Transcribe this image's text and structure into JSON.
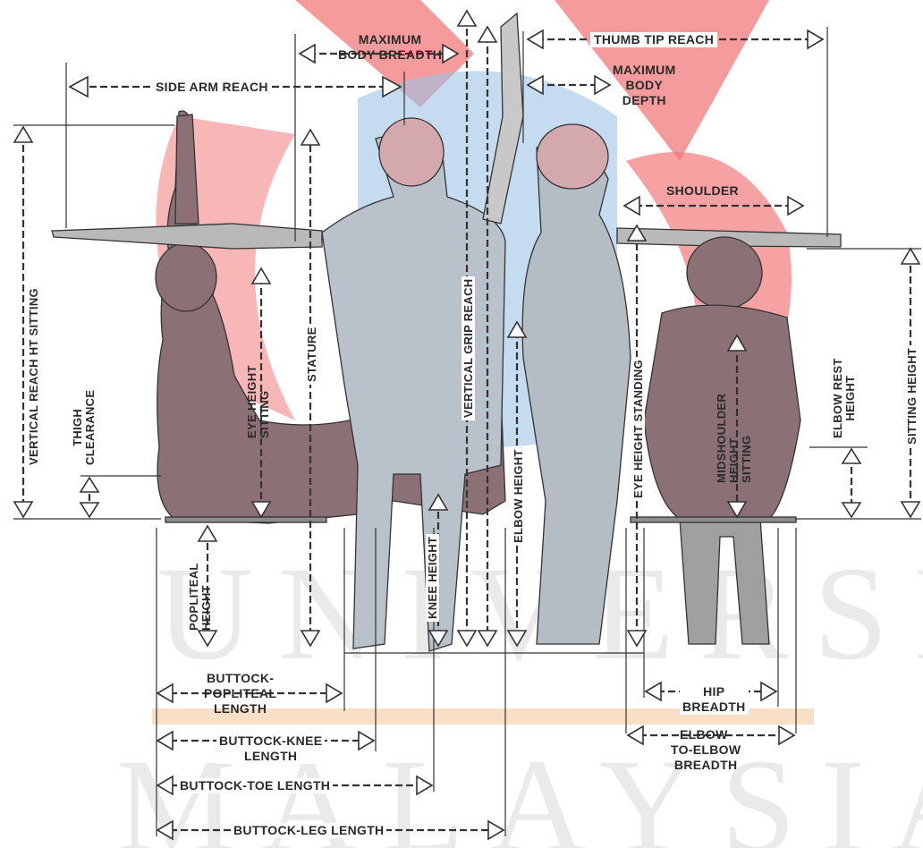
{
  "watermark": {
    "line1": "UNIVERSITI",
    "line2": "MALAYSIA"
  },
  "colors": {
    "figure_dark": "#8a6e74",
    "figure_light": "#b4bcc4",
    "figure_blue": "#a9bccc",
    "head_pink": "#d6a9aa",
    "brand_red": "#f07070",
    "brand_blue": "#a8c8e8",
    "line": "#333333"
  },
  "labels": {
    "max_breadth": "MAXIMUM\nBODY BREADTH",
    "thumb_tip": "THUMB TIP REACH",
    "side_arm": "SIDE ARM REACH",
    "max_depth": "MAXIMUM\nBODY\nDEPTH",
    "shoulder": "SHOULDER",
    "vertical_reach": "VERTICAL REACH HT SITTING",
    "thigh_clearance": "THIGH\nCLEARANCE",
    "eye_height_sitting": "EYE HEIGHT\nSITTING",
    "stature": "STATURE",
    "vertical_grip": "VERTICAL GRIP REACH",
    "elbow_height": "ELBOW HEIGHT",
    "eye_height_standing": "EYE HEIGHT STANDING",
    "midshoulder": "MIDSHOULDER\nHEIGHT\nSITTING",
    "elbow_rest": "ELBOW REST\nHEIGHT",
    "sitting_height": "SITTING HEIGHT",
    "popliteal": "POPLITEAL\nHEIGHT",
    "knee_height": "KNEE HEIGHT",
    "buttock_popliteal": "BUTTOCK-\nPOPLITEAL\nLENGTH",
    "buttock_knee": "BUTTOCK-KNEE\nLENGTH",
    "buttock_toe": "BUTTOCK-TOE LENGTH",
    "buttock_leg": "BUTTOCK-LEG LENGTH",
    "hip_breadth": "HIP\nBREADTH",
    "elbow_to_elbow": "ELBOW-\nTO-ELBOW\nBREADTH"
  }
}
